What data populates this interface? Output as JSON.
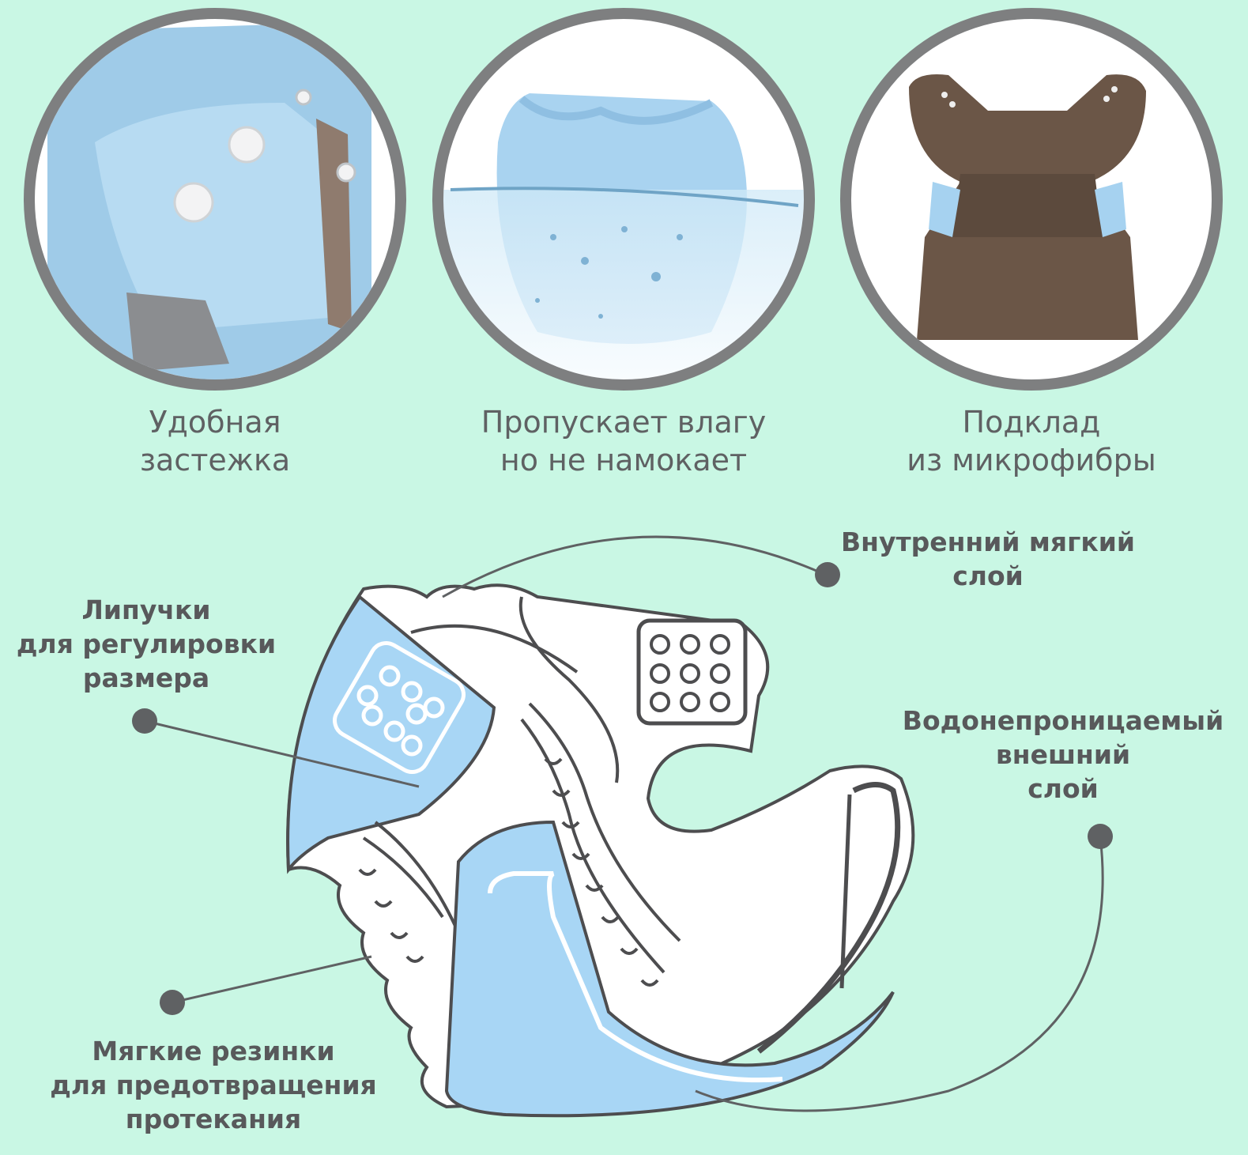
{
  "features": [
    {
      "line1": "Удобная",
      "line2": "застежка",
      "photo_icon": "snap-fastener-photo"
    },
    {
      "line1": "Пропускает влагу",
      "line2": "но не намокает",
      "photo_icon": "water-diaper-photo"
    },
    {
      "line1": "Подклад",
      "line2": "из микрофибры",
      "photo_icon": "microfiber-lining-photo"
    }
  ],
  "callouts": {
    "inner_layer": {
      "line1": "Внутренний мягкий",
      "line2": "слой"
    },
    "velcro": {
      "line1": "Липучки",
      "line2": "для регулировки",
      "line3": "размера"
    },
    "waterproof": {
      "line1": "Водонепроницаемый",
      "line2": "внешний",
      "line3": "слой"
    },
    "elastics": {
      "line1": "Мягкие резинки",
      "line2": "для предотвращения",
      "line3": "протекания"
    }
  },
  "colors": {
    "background": "#c9f7e4",
    "circle_ring": "#7e7f80",
    "diaper_blue": "#a8d6f5",
    "outline": "#4d4d4f",
    "text": "#5f6163"
  }
}
